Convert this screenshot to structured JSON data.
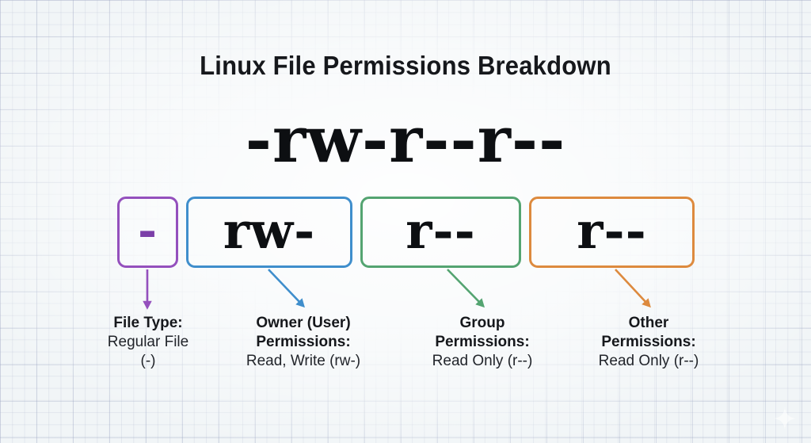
{
  "page": {
    "title": "Linux File Permissions Breakdown",
    "permission_string": "-rw-r--r--",
    "background_color": "#f1f5f7",
    "text_color": "#16181c"
  },
  "segments": [
    {
      "id": "filetype",
      "value": "-",
      "color": "#9450bd",
      "text_color": "#7b3fa8",
      "caption_title": "File Type:",
      "caption_sub": "Regular File\n(-)"
    },
    {
      "id": "owner",
      "value": "rw-",
      "color": "#3f8ecc",
      "text_color": "#0d0f12",
      "caption_title": "Owner (User)\nPermissions:",
      "caption_sub": "Read, Write (rw-)"
    },
    {
      "id": "group",
      "value": "r--",
      "color": "#54a471",
      "text_color": "#0d0f12",
      "caption_title": "Group\nPermissions:",
      "caption_sub": "Read Only (r--)"
    },
    {
      "id": "other",
      "value": "r--",
      "color": "#dd8a3e",
      "text_color": "#0d0f12",
      "caption_title": "Other\nPermissions:",
      "caption_sub": "Read Only (r--)"
    }
  ],
  "watermark": {
    "icon": "sparkle-icon"
  }
}
